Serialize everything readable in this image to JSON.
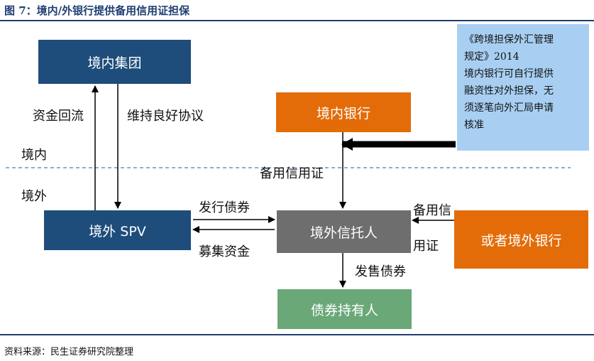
{
  "figure_title": "图 7：境内/外银行提供备用信用证担保",
  "nodes": {
    "domestic_group": "境内集团",
    "domestic_bank": "境内银行",
    "offshore_spv": "境外 SPV",
    "offshore_trustee": "境外信托人",
    "bond_holders": "债券持有人",
    "offshore_bank": "或者境外银行"
  },
  "note": {
    "line1": "《跨境担保外汇管理",
    "line2": "规定》2014",
    "line3": "境内银行可自行提供",
    "line4": "融资性对外担保，无",
    "line5": "须逐笔向外汇局申请",
    "line6": "核准"
  },
  "region_labels": {
    "domestic": "境内",
    "offshore": "境外"
  },
  "edge_labels": {
    "capital_return": "资金回流",
    "maintain_agreement": "维持良好协议",
    "standby_lc": "备用信用证",
    "issue_bonds": "发行债券",
    "raise_funds": "募集资金",
    "standby_lc_part1": "备用信",
    "standby_lc_part2": "用证",
    "sell_bonds": "发售债券"
  },
  "source": "资料来源：民生证券研究院整理",
  "colors": {
    "navy": "#1e4d7b",
    "orange": "#e36c09",
    "gray": "#6e6e6e",
    "green": "#6aa878",
    "note_bg": "#a8cff2",
    "title": "#1f3f73"
  }
}
